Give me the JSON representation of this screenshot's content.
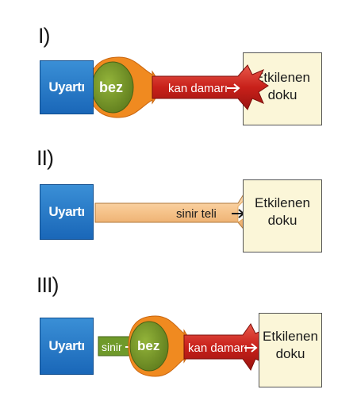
{
  "rows": [
    {
      "numeral": "I)",
      "stimulus": "Uyartı",
      "gland": "bez",
      "vessel": "kan damarı",
      "target_line1": "Etkilenen",
      "target_line2": "doku"
    },
    {
      "numeral": "II)",
      "stimulus": "Uyartı",
      "nerve": "sinir teli",
      "target_line1": "Etkilenen",
      "target_line2": "doku"
    },
    {
      "numeral": "III)",
      "stimulus": "Uyartı",
      "nerve_short": "sinir",
      "gland": "bez",
      "vessel": "kan damarı",
      "target_line1": "Etkilenen",
      "target_line2": "doku"
    }
  ],
  "colors": {
    "stimulus_blue": "#1a67b8",
    "gland_green": "#6f8f25",
    "secretion_orange": "#f08a20",
    "vessel_red": "#c8201a",
    "nerve_peach": "#f6c48c",
    "tissue_bg": "#fbf6d8"
  }
}
